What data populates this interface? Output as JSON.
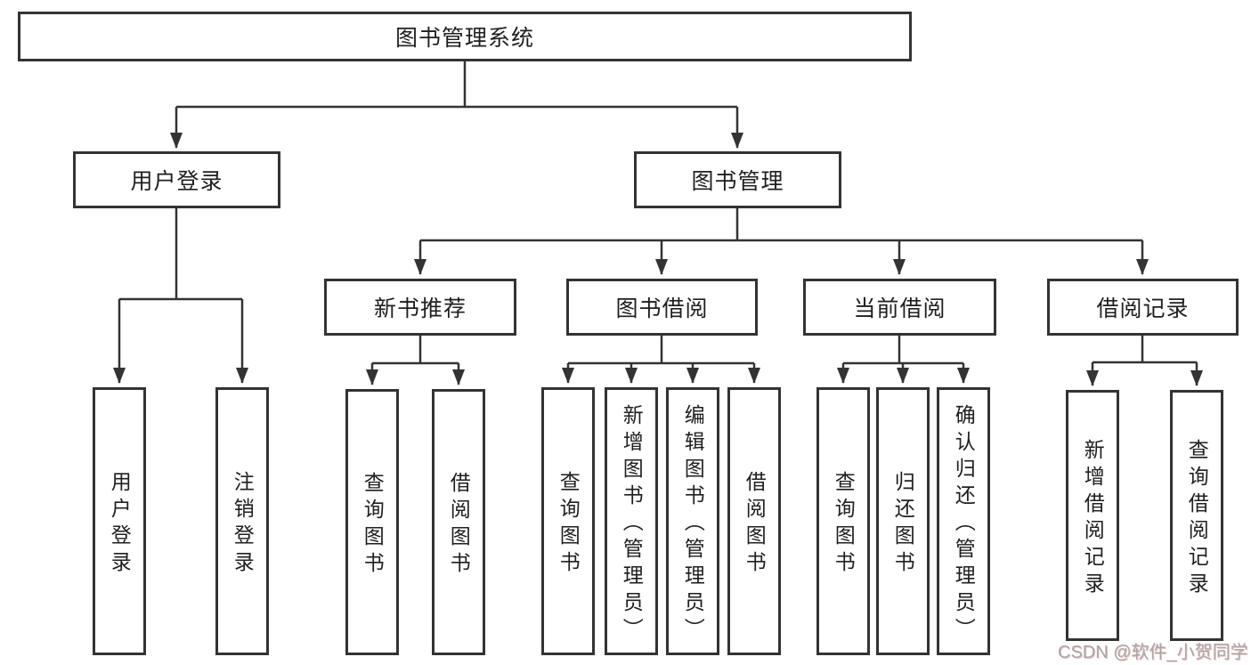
{
  "diagram": {
    "title": "图书管理系统",
    "nodes": {
      "root": "图书管理系统",
      "user_login": "用户登录",
      "book_mgmt": "图书管理",
      "new_books": "新书推荐",
      "book_borrow": "图书借阅",
      "current_borrow": "当前借阅",
      "borrow_records": "借阅记录",
      "leaf_user_login": "用户登录",
      "leaf_logout": "注销登录",
      "leaf_nb_query": "查询图书",
      "leaf_nb_borrow": "借阅图书",
      "leaf_bb_query": "查询图书",
      "leaf_bb_add": "新增图书（管理员）",
      "leaf_bb_edit": "编辑图书（管理员）",
      "leaf_bb_borrow": "借阅图书",
      "leaf_cb_query": "查询图书",
      "leaf_cb_return": "归还图书",
      "leaf_cb_confirm": "确认归还（管理员）",
      "leaf_br_add": "新增借阅记录",
      "leaf_br_query": "查询借阅记录"
    },
    "edges": [
      {
        "from": "root",
        "to": [
          "user_login",
          "book_mgmt"
        ]
      },
      {
        "from": "user_login",
        "to": [
          "leaf_user_login",
          "leaf_logout"
        ]
      },
      {
        "from": "book_mgmt",
        "to": [
          "new_books",
          "book_borrow",
          "current_borrow",
          "borrow_records"
        ]
      },
      {
        "from": "new_books",
        "to": [
          "leaf_nb_query",
          "leaf_nb_borrow"
        ]
      },
      {
        "from": "book_borrow",
        "to": [
          "leaf_bb_query",
          "leaf_bb_add",
          "leaf_bb_edit",
          "leaf_bb_borrow"
        ]
      },
      {
        "from": "current_borrow",
        "to": [
          "leaf_cb_query",
          "leaf_cb_return",
          "leaf_cb_confirm"
        ]
      },
      {
        "from": "borrow_records",
        "to": [
          "leaf_br_add",
          "leaf_br_query"
        ]
      }
    ],
    "colors": {
      "line": "#333333",
      "box_border": "#333333",
      "text": "#1f1f1f",
      "background": "#ffffff",
      "watermark": "#a7a7a7"
    }
  },
  "watermark": "CSDN @软件_小贺同学"
}
